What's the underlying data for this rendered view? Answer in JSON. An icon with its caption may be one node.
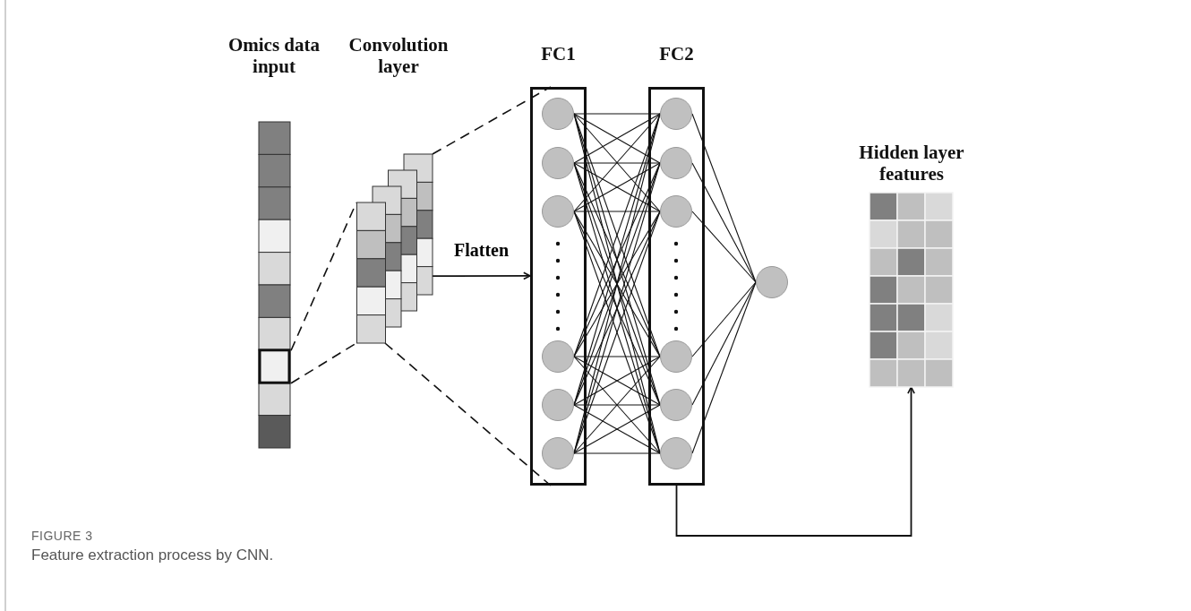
{
  "diagram": {
    "caption": "Feature extraction process by CNN.",
    "nodes": [
      {
        "text": [
          "Omics data input"
        ]
      },
      {
        "text": [
          "Convolution layer"
        ]
      },
      {
        "text": [
          "FC1"
        ]
      },
      {
        "text": [],
        "shape": "circle",
        "in": 2
      },
      {
        "text": [],
        "shape": "circle",
        "in": 2
      },
      {
        "text": [],
        "shape": "circle",
        "in": 2
      },
      {
        "text": [],
        "shape": "circle",
        "in": 2
      },
      {
        "text": [],
        "shape": "circle",
        "in": 2
      },
      {
        "text": [],
        "shape": "circle",
        "in": 2
      },
      {
        "text": [
          "FC2"
        ]
      },
      {
        "text": [],
        "shape": "circle",
        "in": 9
      },
      {
        "text": [],
        "shape": "circle",
        "in": 9
      },
      {
        "text": [],
        "shape": "circle",
        "in": 9
      },
      {
        "text": [],
        "shape": "circle",
        "in": 9
      },
      {
        "text": [],
        "shape": "circle",
        "in": 9
      },
      {
        "text": [],
        "shape": "circle",
        "in": 9
      },
      {
        "text": [],
        "shape": "circle"
      },
      {
        "text": [
          "Hidden layer features"
        ]
      }
    ],
    "edges": [
      {
        "from": 0,
        "to": 1,
        "arrow": "none",
        "style": "dashed"
      },
      {
        "from": 0,
        "to": 1,
        "arrow": "none",
        "style": "dashed"
      },
      {
        "from": 1,
        "to": 2,
        "arrow": "none",
        "style": "dashed"
      },
      {
        "from": 1,
        "to": 2,
        "arrow": "none",
        "style": "dashed"
      },
      {
        "from": 1,
        "to": 2,
        "arrow": "to",
        "label": "Flatten"
      },
      {
        "from": 3,
        "to": 10,
        "arrow": "none"
      },
      {
        "from": 3,
        "to": 11,
        "arrow": "none"
      },
      {
        "from": 3,
        "to": 12,
        "arrow": "none"
      },
      {
        "from": 3,
        "to": 13,
        "arrow": "none"
      },
      {
        "from": 3,
        "to": 14,
        "arrow": "none"
      },
      {
        "from": 3,
        "to": 15,
        "arrow": "none"
      },
      {
        "from": 4,
        "to": 10,
        "arrow": "none"
      },
      {
        "from": 4,
        "to": 11,
        "arrow": "none"
      },
      {
        "from": 4,
        "to": 12,
        "arrow": "none"
      },
      {
        "from": 4,
        "to": 13,
        "arrow": "none"
      },
      {
        "from": 4,
        "to": 14,
        "arrow": "none"
      },
      {
        "from": 4,
        "to": 15,
        "arrow": "none"
      },
      {
        "from": 5,
        "to": 10,
        "arrow": "none"
      },
      {
        "from": 5,
        "to": 11,
        "arrow": "none"
      },
      {
        "from": 5,
        "to": 12,
        "arrow": "none"
      },
      {
        "from": 5,
        "to": 13,
        "arrow": "none"
      },
      {
        "from": 5,
        "to": 14,
        "arrow": "none"
      },
      {
        "from": 5,
        "to": 15,
        "arrow": "none"
      },
      {
        "from": 6,
        "to": 10,
        "arrow": "none"
      },
      {
        "from": 6,
        "to": 11,
        "arrow": "none"
      },
      {
        "from": 6,
        "to": 12,
        "arrow": "none"
      },
      {
        "from": 6,
        "to": 13,
        "arrow": "none"
      },
      {
        "from": 6,
        "to": 14,
        "arrow": "none"
      },
      {
        "from": 6,
        "to": 15,
        "arrow": "none"
      },
      {
        "from": 7,
        "to": 10,
        "arrow": "none"
      },
      {
        "from": 7,
        "to": 11,
        "arrow": "none"
      },
      {
        "from": 7,
        "to": 12,
        "arrow": "none"
      },
      {
        "from": 7,
        "to": 13,
        "arrow": "none"
      },
      {
        "from": 7,
        "to": 14,
        "arrow": "none"
      },
      {
        "from": 7,
        "to": 15,
        "arrow": "none"
      },
      {
        "from": 8,
        "to": 10,
        "arrow": "none"
      },
      {
        "from": 8,
        "to": 11,
        "arrow": "none"
      },
      {
        "from": 8,
        "to": 12,
        "arrow": "none"
      },
      {
        "from": 8,
        "to": 13,
        "arrow": "none"
      },
      {
        "from": 8,
        "to": 14,
        "arrow": "none"
      },
      {
        "from": 8,
        "to": 15,
        "arrow": "none"
      },
      {
        "from": 10,
        "to": 16,
        "arrow": "none"
      },
      {
        "from": 11,
        "to": 16,
        "arrow": "none"
      },
      {
        "from": 12,
        "to": 16,
        "arrow": "none"
      },
      {
        "from": 13,
        "to": 16,
        "arrow": "none"
      },
      {
        "from": 14,
        "to": 16,
        "arrow": "none"
      },
      {
        "from": 15,
        "to": 16,
        "arrow": "none"
      },
      {
        "from": 9,
        "to": 17,
        "arrow": "to"
      }
    ],
    "labels": [
      "FIGURE 3"
    ]
  }
}
